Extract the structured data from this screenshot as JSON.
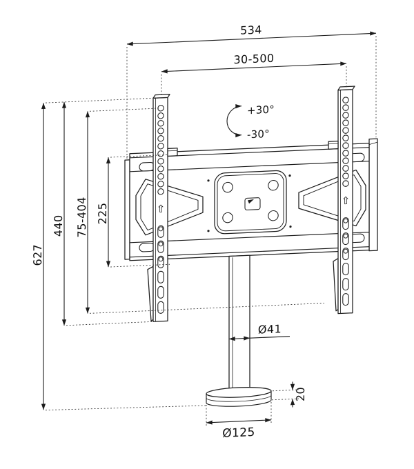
{
  "colors": {
    "background": "#ffffff",
    "line": "#1c1c1c",
    "text": "#111111"
  },
  "drawing": {
    "type": "technical-dimension-drawing",
    "subject": "TV bracket with swivel pole desk stand",
    "dimensions": {
      "overall_width": "534",
      "rail_spacing_range": "30-500",
      "rotation_plus": "+30°",
      "rotation_minus": "-30°",
      "overall_height": "627",
      "rail_height": "440",
      "height_adjust_range": "75-404",
      "hole_span": "225",
      "pole_diameter": "Ø41",
      "base_thickness": "20",
      "base_diameter": "Ø125"
    },
    "icons": {
      "up_arrow": "⇧"
    }
  }
}
